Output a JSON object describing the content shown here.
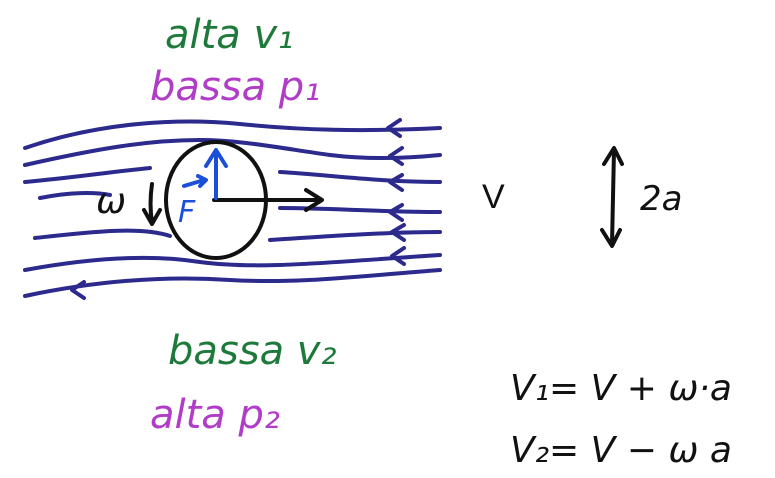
{
  "labels": {
    "top_line1": "alta v₁",
    "top_line2": "bassa p₁",
    "bottom_line1": "bassa v₂",
    "bottom_line2": "alta p₂",
    "omega": "ω",
    "force": "F",
    "velocity": "V",
    "diameter": "2a",
    "eq1": "V₁= V + ω·a",
    "eq2": "V₂= V − ω a"
  },
  "colors": {
    "green": "#1e7a3a",
    "purple": "#b03cc8",
    "navy": "#2c2a8c",
    "blue": "#1c4fd8",
    "black": "#111111"
  }
}
